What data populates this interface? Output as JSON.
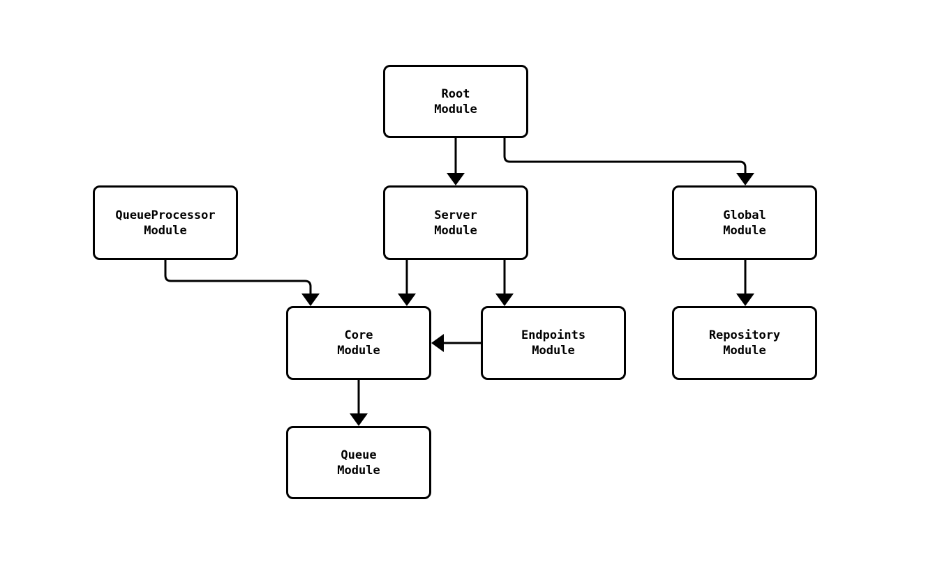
{
  "diagram": {
    "type": "module-dependency-graph",
    "colors": {
      "background": "#ffffff",
      "node_fill": "#ffffff",
      "node_border": "#000000",
      "edge": "#000000",
      "text": "#000000"
    },
    "nodes": [
      {
        "id": "root-module",
        "line1": "Root",
        "line2": "Module"
      },
      {
        "id": "queueprocessor-module",
        "line1": "QueueProcessor",
        "line2": "Module"
      },
      {
        "id": "server-module",
        "line1": "Server",
        "line2": "Module"
      },
      {
        "id": "global-module",
        "line1": "Global",
        "line2": "Module"
      },
      {
        "id": "core-module",
        "line1": "Core",
        "line2": "Module"
      },
      {
        "id": "endpoints-module",
        "line1": "Endpoints",
        "line2": "Module"
      },
      {
        "id": "repository-module",
        "line1": "Repository",
        "line2": "Module"
      },
      {
        "id": "queue-module",
        "line1": "Queue",
        "line2": "Module"
      }
    ],
    "edges": [
      {
        "from": "Root Module",
        "to": "Server Module"
      },
      {
        "from": "Root Module",
        "to": "Global Module"
      },
      {
        "from": "QueueProcessor Module",
        "to": "Core Module"
      },
      {
        "from": "Server Module",
        "to": "Core Module"
      },
      {
        "from": "Server Module",
        "to": "Endpoints Module"
      },
      {
        "from": "Endpoints Module",
        "to": "Core Module"
      },
      {
        "from": "Global Module",
        "to": "Repository Module"
      },
      {
        "from": "Core Module",
        "to": "Queue Module"
      }
    ]
  }
}
